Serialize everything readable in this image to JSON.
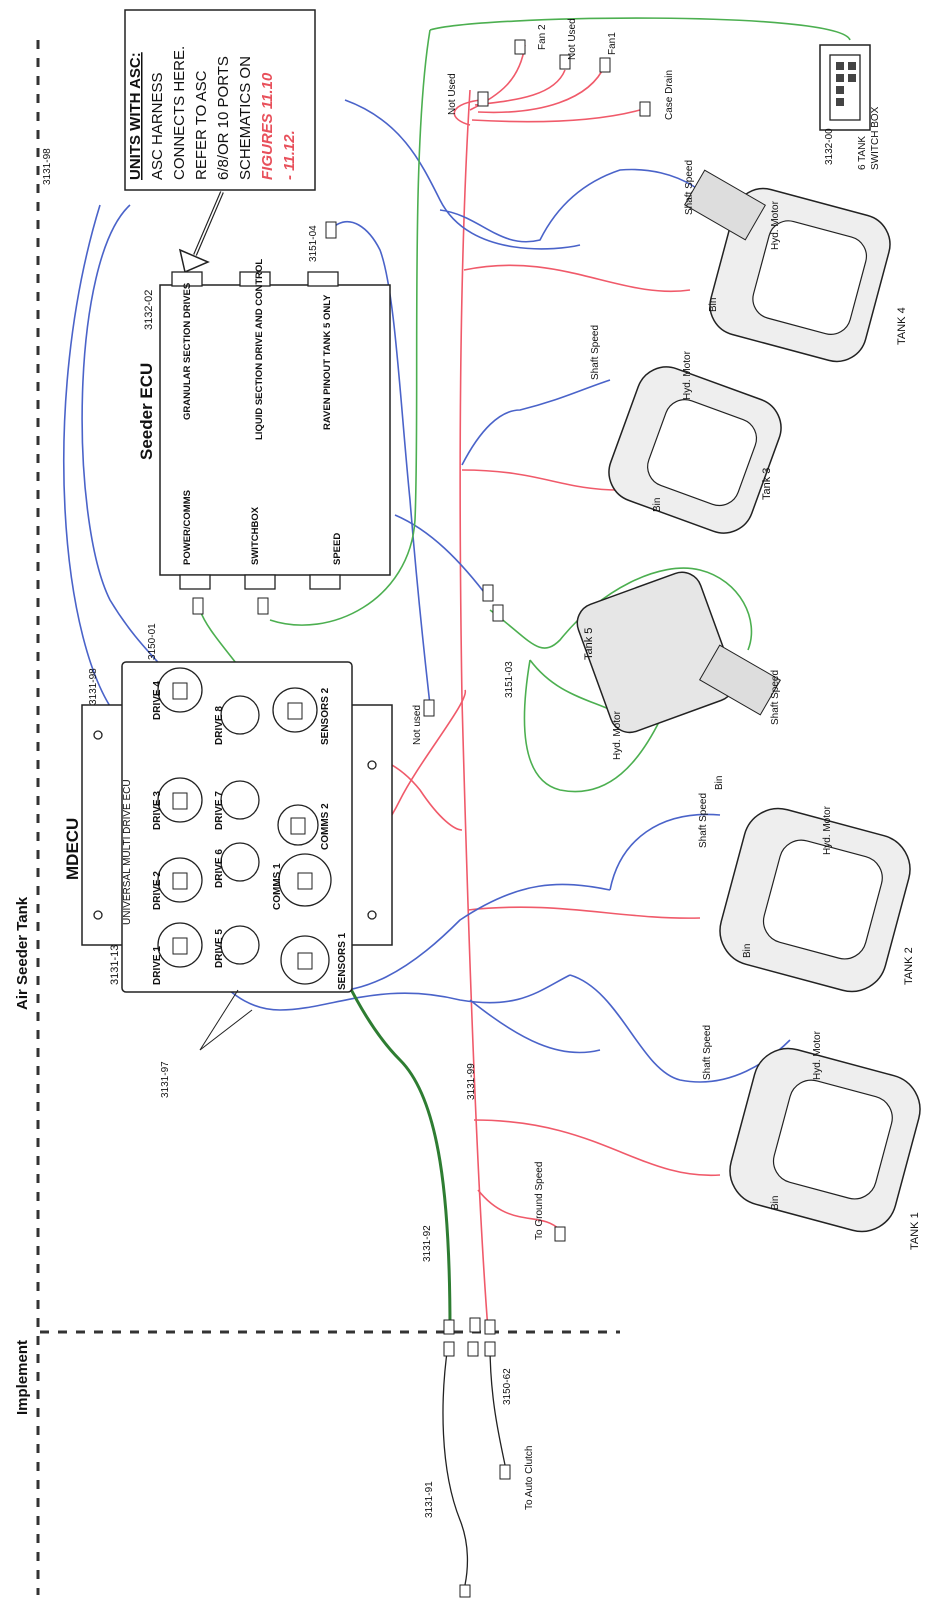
{
  "regions": {
    "air_seeder_tank": "Air Seeder Tank",
    "implement": "Implement"
  },
  "note": {
    "heading": "UNITS WITH ASC:",
    "line1": "ASC HARNESS",
    "line2": "CONNECTS HERE.",
    "line3": "REFER TO ASC",
    "line4": "6/8/OR 10 PORTS",
    "line5": "SCHEMATICS ON",
    "figures": "FIGURES 11.10",
    "figures2": "- 11.12."
  },
  "seeder_ecu": {
    "title": "Seeder ECU",
    "part": "3132-02",
    "ports": {
      "power_comms": "POWER/COMMS",
      "switchbox": "SWITCHBOX",
      "speed": "SPEED",
      "granular": "GRANULAR SECTION DRIVES",
      "liquid": "LIQUID SECTION DRIVE AND CONTROL",
      "raven": "RAVEN PINOUT TANK 5 ONLY"
    }
  },
  "mdecu": {
    "title": "MDECU",
    "subtitle": "UNIVERSAL MULTI DRIVE ECU",
    "part": "3131-13",
    "ports": [
      "DRIVE 1",
      "DRIVE 2",
      "DRIVE 3",
      "DRIVE 4",
      "DRIVE 5",
      "DRIVE 6",
      "DRIVE 7",
      "DRIVE 8",
      "SENSORS 1",
      "COMMS 1",
      "COMMS 2",
      "SENSORS 2"
    ]
  },
  "harness_labels": {
    "h3131_98a": "3131-98",
    "h3131_98b": "3131-98",
    "h3150_01": "3150-01",
    "h3151_04": "3151-04",
    "h3151_03": "3151-03",
    "h3132_00": "3132-00",
    "h3131_97": "3131-97",
    "h3131_92": "3131-92",
    "h3131_99": "3131-99",
    "h3150_62": "3150-62",
    "h3131_91": "3131-91"
  },
  "switch_box": {
    "line1": "6 TANK",
    "line2": "SWITCH BOX"
  },
  "fans": {
    "fan2": "Fan 2",
    "not_used_top": "Not Used",
    "fan1": "Fan1",
    "not_used_left": "Not Used",
    "case_drain": "Case Drain"
  },
  "misc": {
    "not_used": "Not used",
    "to_ground_speed": "To Ground Speed",
    "to_auto_clutch": "To Auto Clutch"
  },
  "tanks": {
    "tank1": "TANK 1",
    "tank2": "TANK 2",
    "tank3": "Tank 3",
    "tank4": "TANK 4",
    "tank5": "Tank 5",
    "shaft_speed": "Shaft Speed",
    "hyd_motor": "Hyd. Motor",
    "bin": "Bin"
  },
  "colors": {
    "can_blue": "#4a63c9",
    "power_red": "#f05a6a",
    "tank5_green": "#4caf50",
    "comms_green": "#2e7d32",
    "figure_ref": "#e8505b"
  }
}
